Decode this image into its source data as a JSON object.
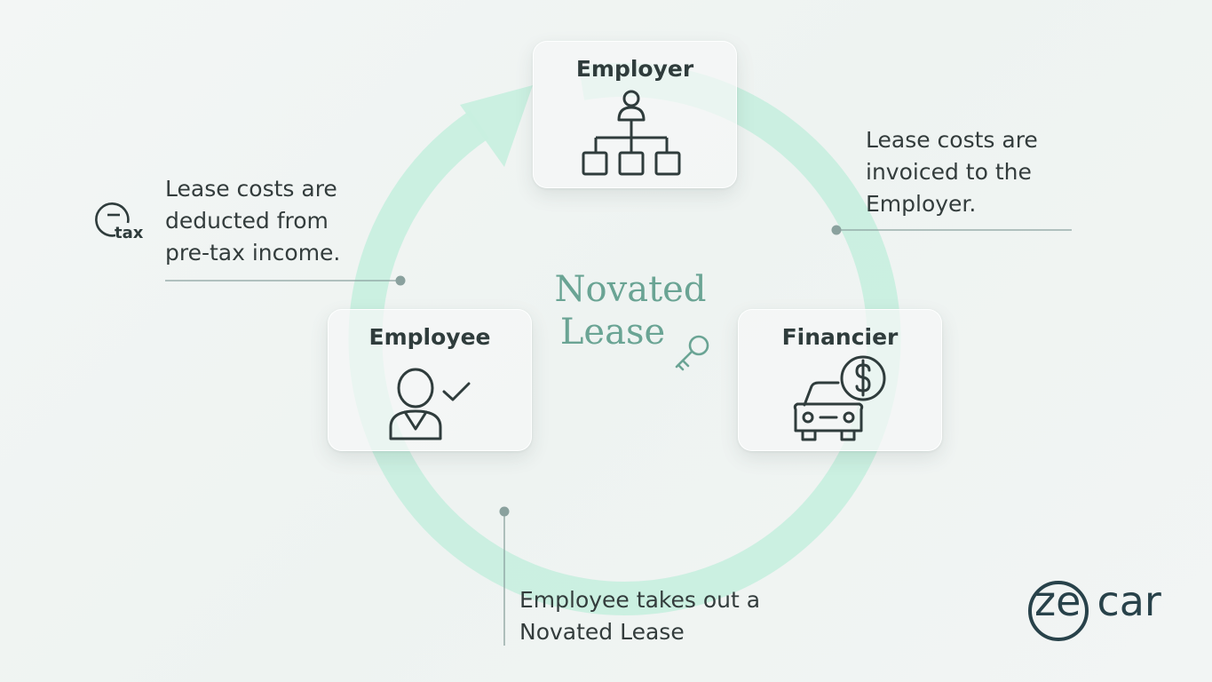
{
  "diagram": {
    "center_title_line1": "Novated",
    "center_title_line2": "Lease",
    "nodes": {
      "employer": {
        "label": "Employer",
        "icon": "org-chart-icon"
      },
      "employee": {
        "label": "Employee",
        "icon": "person-check-icon"
      },
      "financier": {
        "label": "Financier",
        "icon": "car-dollar-icon"
      }
    },
    "notes": {
      "tax_deduction": [
        "Lease costs are",
        "deducted from",
        "pre-tax income."
      ],
      "invoice": [
        "Lease costs are",
        "invoiced to the",
        "Employer."
      ],
      "employee_takes": [
        "Employee takes out a",
        "Novated Lease"
      ]
    },
    "tax_icon_label": "tax",
    "colors": {
      "ring": "#c5eedd",
      "text_dark": "#2f3c3c",
      "accent_teal": "#6aa494",
      "connector_line": "#8aa19e"
    }
  },
  "logo": {
    "text_left": "ze",
    "text_right": "car"
  }
}
